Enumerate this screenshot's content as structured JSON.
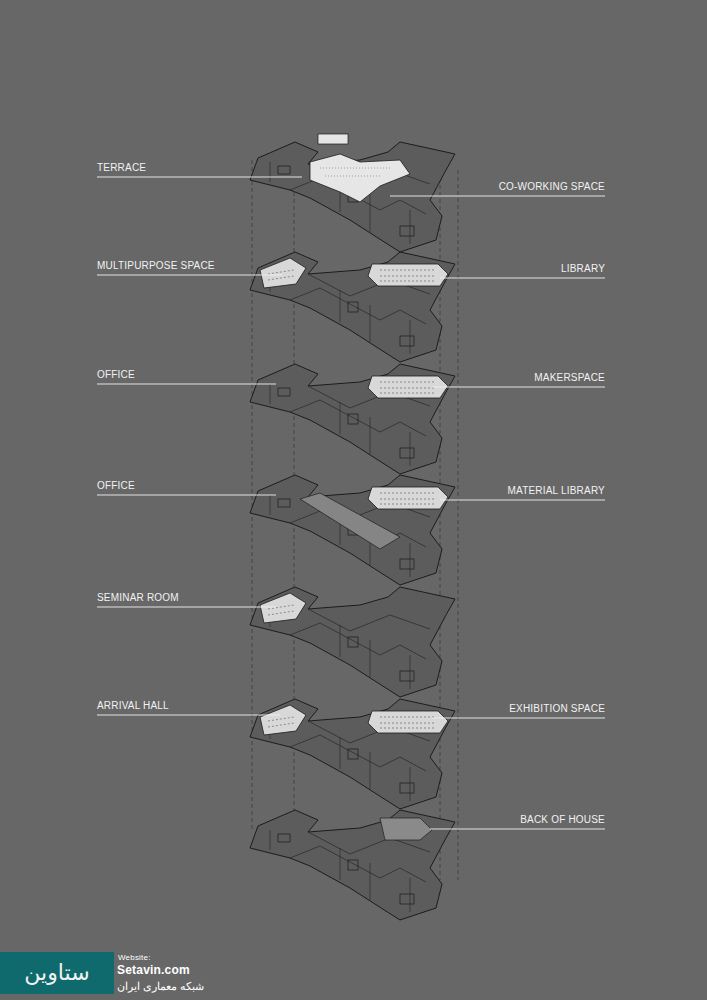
{
  "diagram": {
    "labels": [
      "TERRACE",
      "CO-WORKING SPACE",
      "MULTIPURPOSE SPACE",
      "LIBRARY",
      "OFFICE",
      "MAKERSPACE",
      "OFFICE",
      "MATERIAL LIBRARY",
      "SEMINAR ROOM",
      "ARRIVAL HALL",
      "EXHIBITION SPACE",
      "BACK OF HOUSE",
      "Website:",
      "Setavin.com",
      "ستاوین",
      "شبکه معماری ایران"
    ]
  }
}
